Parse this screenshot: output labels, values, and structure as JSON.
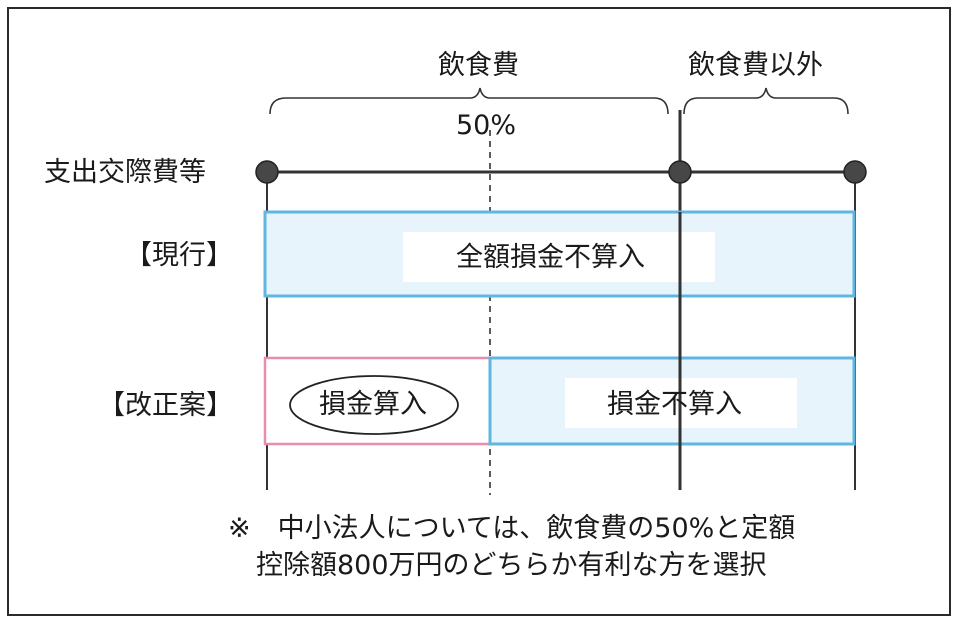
{
  "diagram": {
    "top_labels": {
      "food_expense": "飲食費",
      "non_food_expense": "飲食費以外",
      "fifty_percent": "50%"
    },
    "rows": {
      "expenditure": "支出交際費等",
      "current": "【現行】",
      "proposed": "【改正案】"
    },
    "bars": {
      "current_text": "全額損金不算入",
      "proposed_left_text": "損金算入",
      "proposed_right_text": "損金不算入"
    },
    "note": {
      "line1": "※　中小法人については、飲食費の50%と定額",
      "line2": "控除額800万円のどちらか有利な方を選択"
    },
    "colors": {
      "blue_border": "#5fb6e0",
      "blue_fill": "#e7f4fb",
      "pink_border": "#e88cb0",
      "line": "#333333",
      "dot": "#474747"
    }
  }
}
